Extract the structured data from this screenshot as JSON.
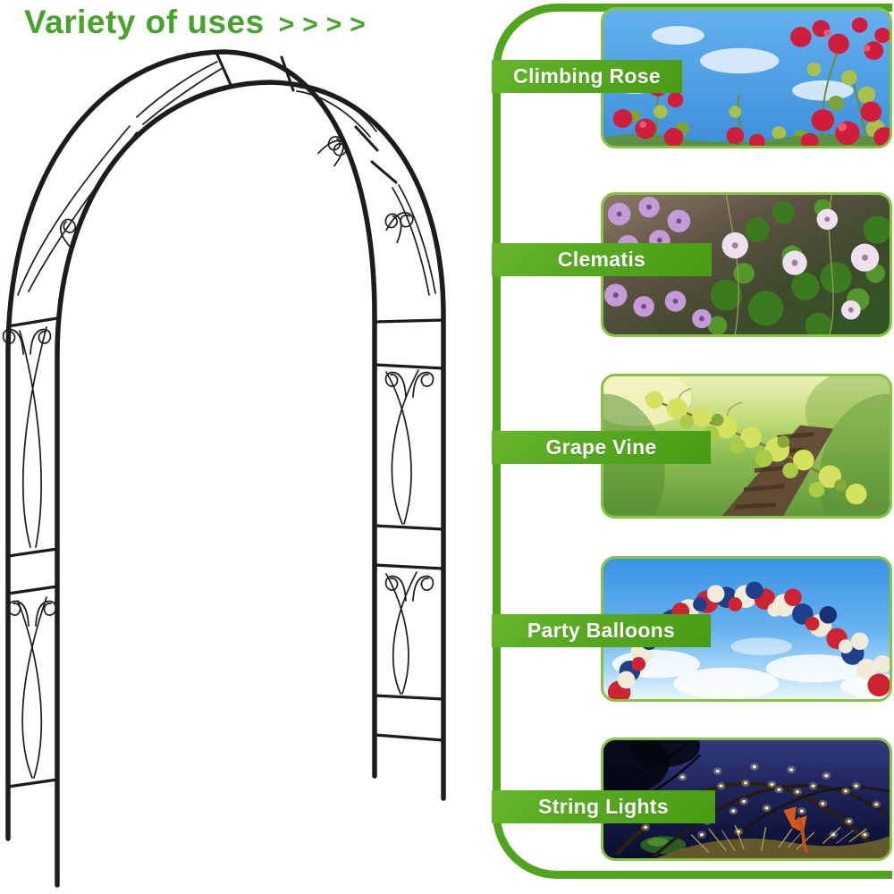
{
  "title": {
    "text": "Variety of uses",
    "arrows": ">>>>"
  },
  "theme": {
    "accent_green": "#46a32b",
    "bracket_line_green": "#4fa51d",
    "band_green_light": "#68b62e",
    "band_green_dark": "#489c13",
    "photo_border_green": "#86c344",
    "label_text_color": "#ffffff",
    "arch_line_color": "#1c1c1c"
  },
  "illustration": {
    "name": "garden-arch-wireframe-drawing"
  },
  "uses": [
    {
      "label": "Climbing Rose",
      "photo": "climbing-rose-photo"
    },
    {
      "label": "Clematis",
      "photo": "clematis-photo"
    },
    {
      "label": "Grape Vine",
      "photo": "grape-vine-photo"
    },
    {
      "label": "Party Balloons",
      "photo": "party-balloons-photo"
    },
    {
      "label": "String Lights",
      "photo": "string-lights-photo"
    }
  ]
}
